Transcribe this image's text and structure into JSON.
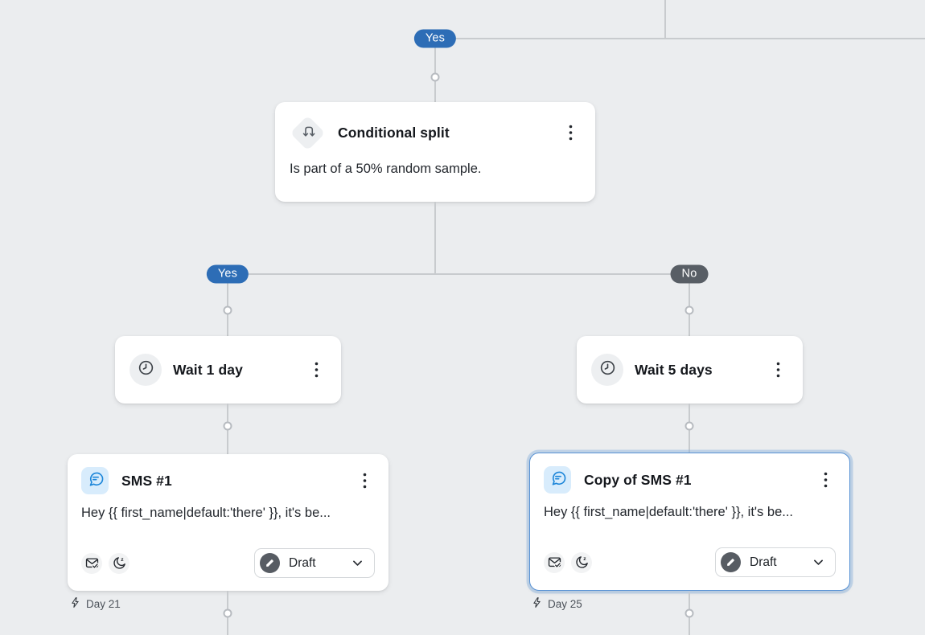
{
  "flow": {
    "top_connector_label": "Yes",
    "conditional_split": {
      "title": "Conditional split",
      "description": "Is part of a 50% random sample.",
      "branch_yes_label": "Yes",
      "branch_no_label": "No"
    },
    "branches": {
      "yes": {
        "wait": {
          "title": "Wait 1 day"
        },
        "sms": {
          "title": "SMS #1",
          "preview": "Hey {{ first_name|default:'there' }}, it's be...",
          "status_label": "Draft",
          "day_label": "Day 21"
        }
      },
      "no": {
        "wait": {
          "title": "Wait 5 days"
        },
        "sms": {
          "title": "Copy of SMS #1",
          "preview": "Hey {{ first_name|default:'there' }}, it's be...",
          "status_label": "Draft",
          "day_label": "Day 25"
        }
      }
    }
  },
  "icons": {
    "conditional_split": "split-arrows-icon",
    "wait": "clock-icon",
    "sms": "chat-bubble-icon",
    "menu": "kebab-menu-icon",
    "delivery": "envelope-check-icon",
    "quiet_hours": "moon-z-icon",
    "status": "pencil-icon",
    "dropdown": "chevron-down-icon",
    "day": "lightning-icon"
  },
  "colors": {
    "canvas_bg": "#ebedef",
    "connector": "#c8cbce",
    "branch_yes": "#2d6db6",
    "branch_no": "#585e65",
    "sms_icon_bg": "#d8ecfc",
    "sms_icon_stroke": "#1d86d9",
    "selected_border": "#5892d4",
    "status_circle": "#575c63",
    "card_bg": "#ffffff"
  }
}
